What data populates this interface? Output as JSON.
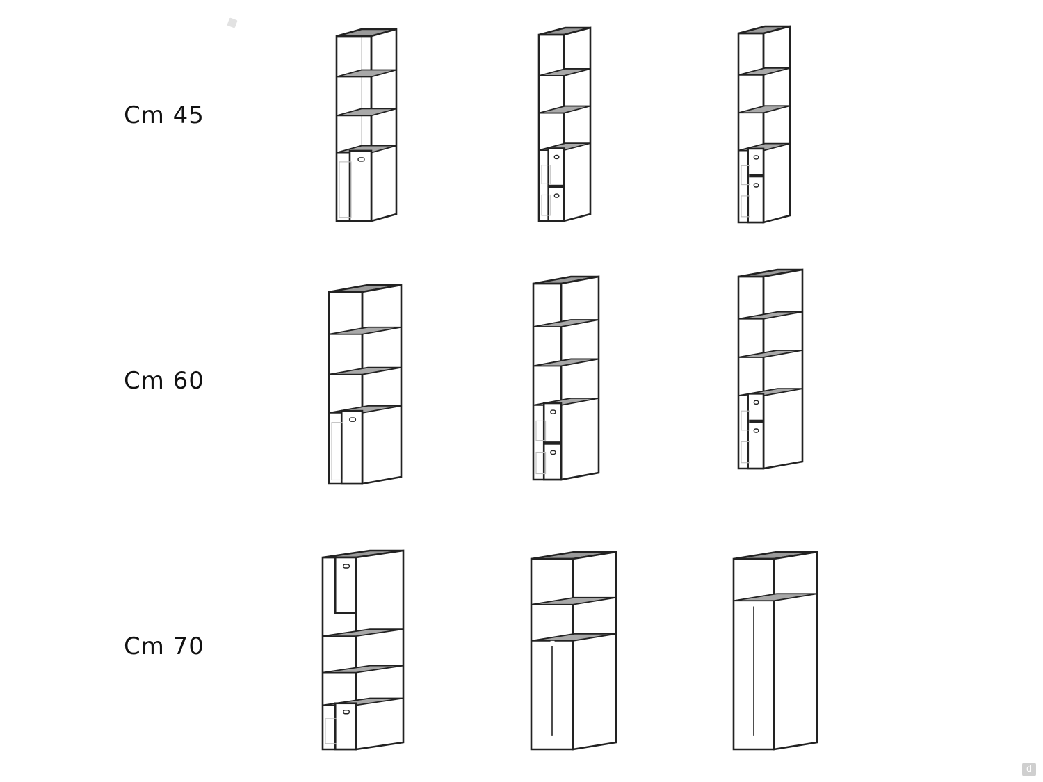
{
  "rows": [
    {
      "label": "Cm 45",
      "cabinets": [
        {
          "config": "two-shelves-one-door"
        },
        {
          "config": "two-shelves-two-drawers"
        },
        {
          "config": "two-shelves-two-drawers-compact"
        }
      ]
    },
    {
      "label": "Cm 60",
      "cabinets": [
        {
          "config": "two-shelves-one-door"
        },
        {
          "config": "two-shelves-two-drawers"
        },
        {
          "config": "two-shelves-two-drawers-compact"
        }
      ]
    },
    {
      "label": "Cm 70",
      "cabinets": [
        {
          "config": "door-top-two-shelves-door-bottom"
        },
        {
          "config": "two-shelves-open-base"
        },
        {
          "config": "one-shelf-open-base"
        }
      ]
    }
  ],
  "badge": "d",
  "colors": {
    "line": "#222222",
    "ghost": "#bdbdbd",
    "top": "#9a9a9a",
    "shelf": "#a8a8a8",
    "side": "#ffffff"
  }
}
